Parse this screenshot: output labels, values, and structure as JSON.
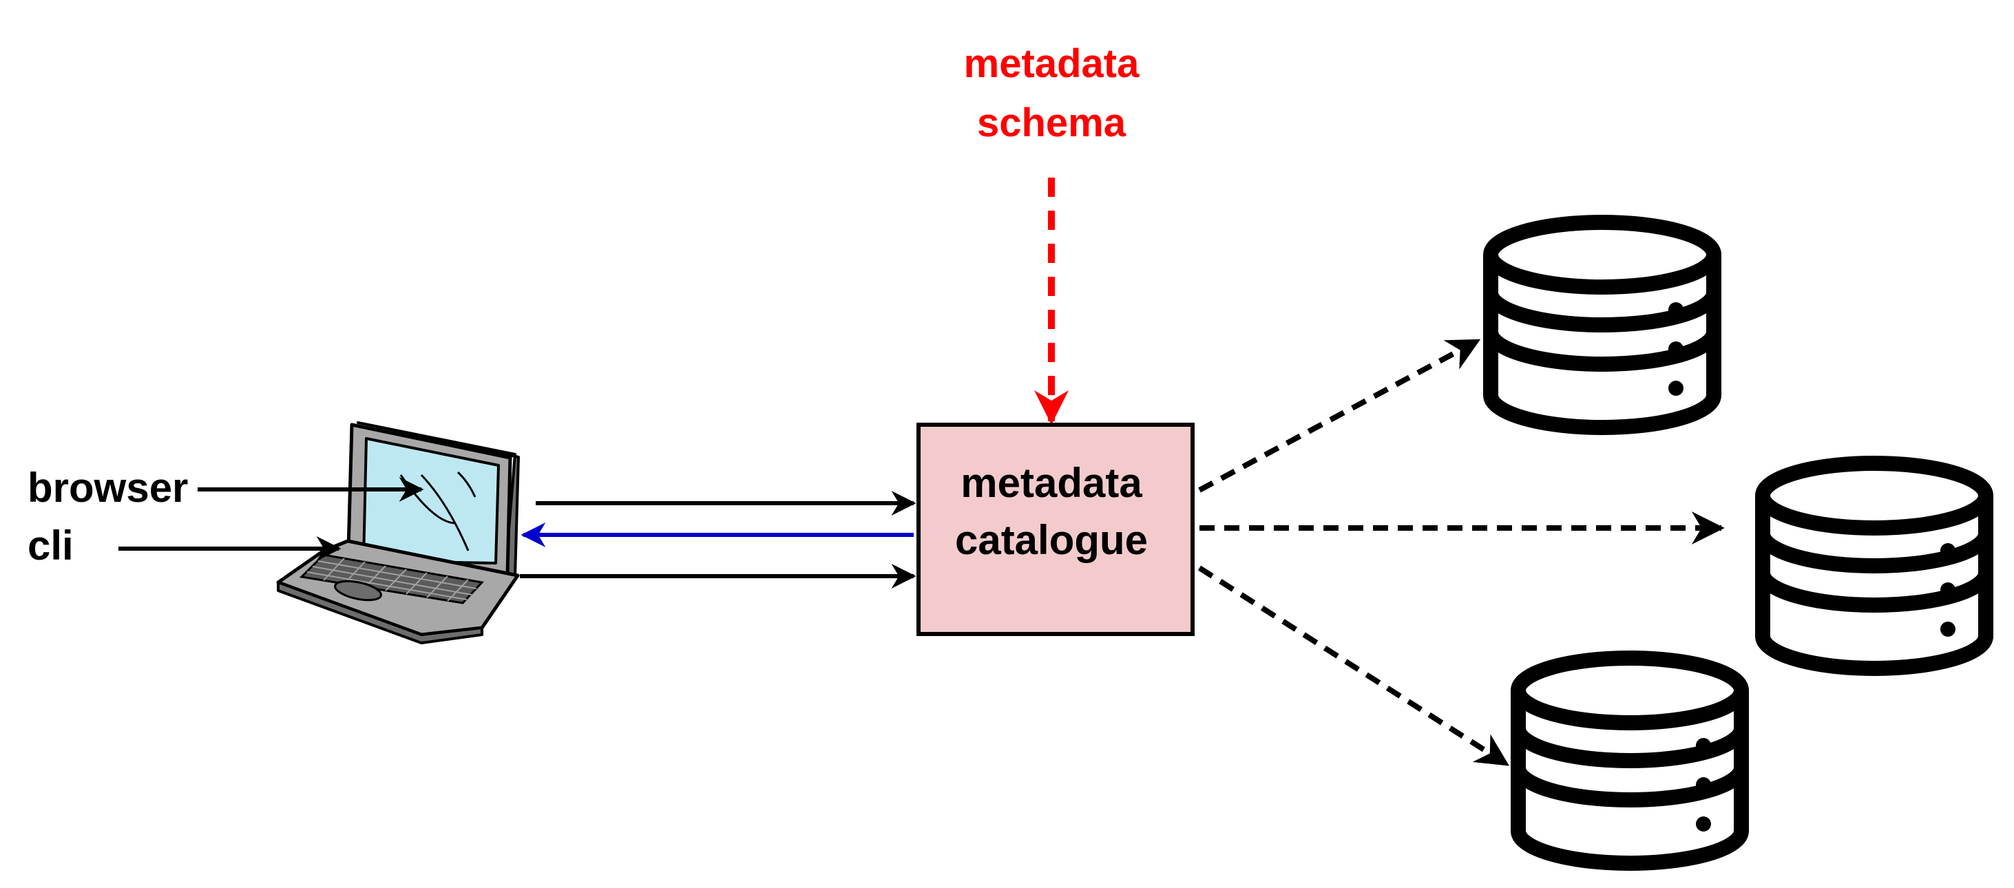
{
  "labels": {
    "schema_line1": "metadata",
    "schema_line2": "schema",
    "catalogue_line1": "metadata",
    "catalogue_line2": "catalogue",
    "input_browser": "browser",
    "input_cli": "cli"
  },
  "colors": {
    "schema_text": "#ff0000",
    "schema_arrow": "#ff0000",
    "catalogue_fill": "#f4cbcc",
    "request_arrows": "#000000",
    "response_arrow": "#0000cc",
    "storage_links": "#000000",
    "laptop_screen": "#bde8f2",
    "laptop_body": "#a8a8a8"
  },
  "icons": {
    "client": "laptop-icon",
    "storage": "database-icon"
  }
}
